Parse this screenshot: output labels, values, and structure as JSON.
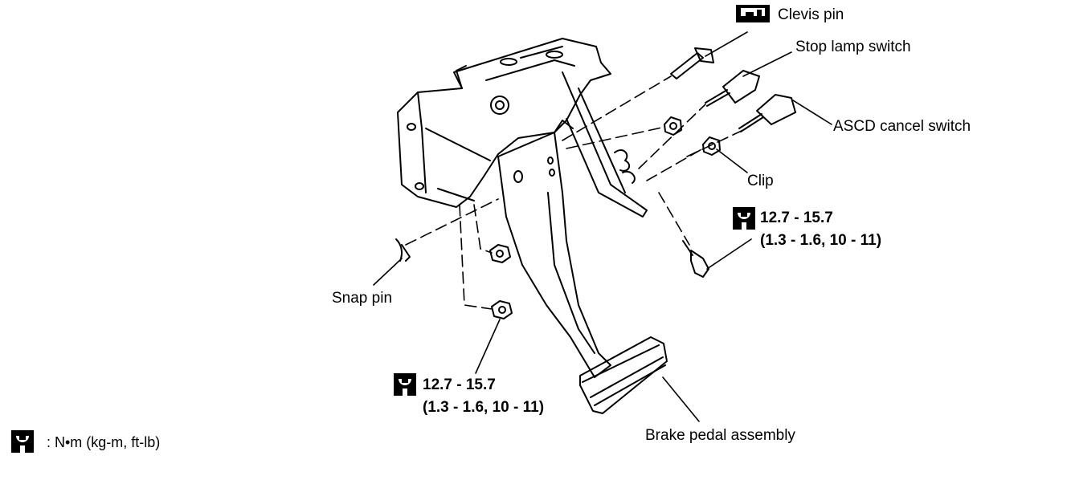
{
  "labels": {
    "clevis_pin": "Clevis pin",
    "stop_lamp_switch": "Stop lamp switch",
    "ascd_cancel_switch": "ASCD cancel switch",
    "clip": "Clip",
    "snap_pin": "Snap pin",
    "brake_pedal_assembly": "Brake pedal assembly"
  },
  "torque_upper": {
    "value": "12.7 - 15.7",
    "alt": "(1.3 - 1.6, 10 - 11)"
  },
  "torque_lower": {
    "value": "12.7 - 15.7",
    "alt": "(1.3 - 1.6, 10 - 11)"
  },
  "legend": {
    "units": ":  N•m  (kg-m,  ft-lb)"
  },
  "icons": {
    "torque": "torque-wrench-icon",
    "clevis": "clevis-pin-symbol-icon"
  }
}
